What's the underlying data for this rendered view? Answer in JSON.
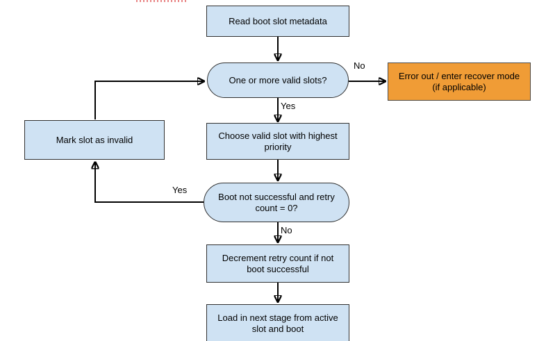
{
  "diagram": {
    "background": "#ffffff",
    "colors": {
      "node_fill": "#cfe2f3",
      "node_border": "#2f2f2f",
      "error_fill": "#f09c36",
      "arrow": "#000000",
      "clipped_marks": "#e57373"
    },
    "nodes": [
      {
        "id": "read-boot-slot-metadata",
        "type": "process",
        "label": "Read boot slot metadata"
      },
      {
        "id": "valid-slots-decision",
        "type": "decision",
        "label": "One or more valid slots?"
      },
      {
        "id": "error-recover",
        "type": "process",
        "label": "Error out / enter recover mode (if applicable)"
      },
      {
        "id": "choose-valid-slot",
        "type": "process",
        "label": "Choose valid slot with highest priority"
      },
      {
        "id": "mark-slot-invalid",
        "type": "process",
        "label": "Mark slot as invalid"
      },
      {
        "id": "boot-retry-decision",
        "type": "decision",
        "label": "Boot not successful and retry count = 0?"
      },
      {
        "id": "decrement-retry-count",
        "type": "process",
        "label": "Decrement retry count if not boot successful"
      },
      {
        "id": "load-next-stage",
        "type": "process",
        "label": "Load in next stage from active slot and boot"
      }
    ],
    "edge_labels": {
      "no_to_error": "No",
      "yes_to_choose": "Yes",
      "yes_to_mark": "Yes",
      "no_to_decrement": "No"
    },
    "edges": [
      {
        "from": "read-boot-slot-metadata",
        "to": "valid-slots-decision",
        "label": ""
      },
      {
        "from": "valid-slots-decision",
        "to": "error-recover",
        "label": "No"
      },
      {
        "from": "valid-slots-decision",
        "to": "choose-valid-slot",
        "label": "Yes"
      },
      {
        "from": "choose-valid-slot",
        "to": "boot-retry-decision",
        "label": ""
      },
      {
        "from": "boot-retry-decision",
        "to": "mark-slot-invalid",
        "label": "Yes"
      },
      {
        "from": "mark-slot-invalid",
        "to": "valid-slots-decision",
        "label": ""
      },
      {
        "from": "boot-retry-decision",
        "to": "decrement-retry-count",
        "label": "No"
      },
      {
        "from": "decrement-retry-count",
        "to": "load-next-stage",
        "label": ""
      }
    ]
  }
}
